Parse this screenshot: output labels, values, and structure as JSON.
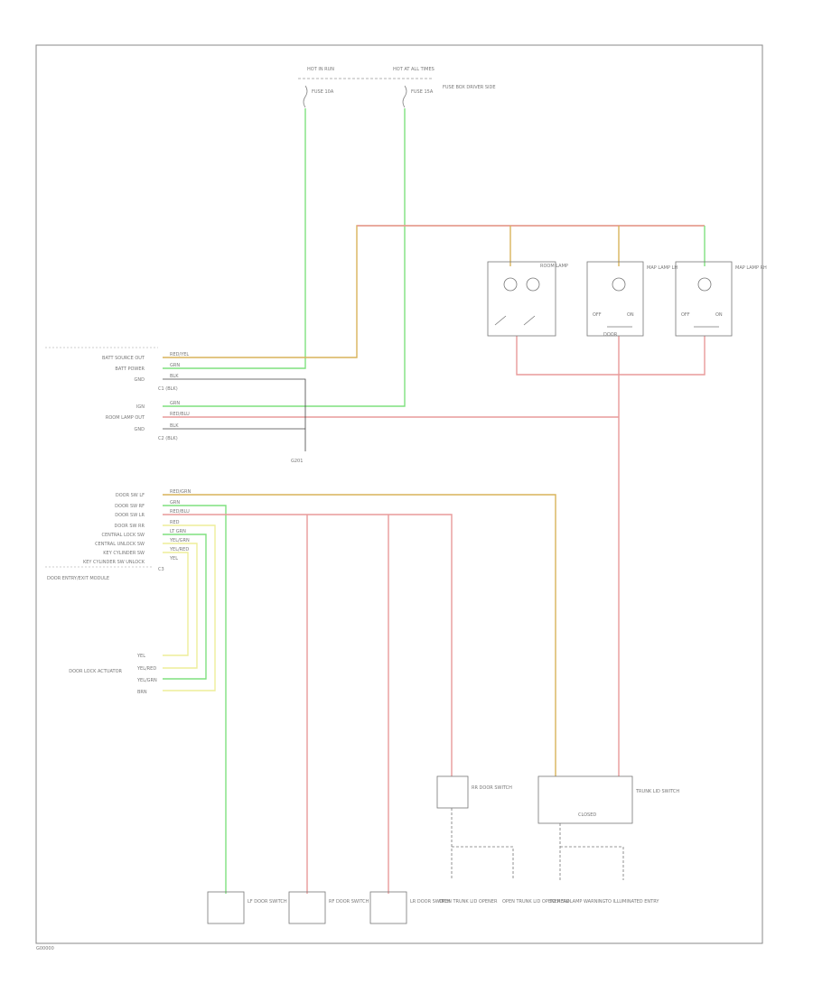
{
  "page": {
    "footer_code": "G00000"
  },
  "fuse_blocks": {
    "left_title": "HOT IN RUN",
    "right_title": "HOT AT ALL TIMES",
    "fuse_left": "FUSE 10A",
    "fuse_right": "FUSE 15A",
    "note": "FUSE BOX DRIVER SIDE"
  },
  "module": {
    "connector_top": "C1 (BLK)",
    "connector_mid": "C2 (BLK)",
    "connector_bot": "C3",
    "name": "DOOR ENTRY/EXIT MODULE",
    "pins_top": [
      {
        "label": "BATT SOURCE OUT",
        "wire": "RED/YEL"
      },
      {
        "label": "BATT POWER",
        "wire": "GRN"
      },
      {
        "label": "GND",
        "wire": "BLK"
      }
    ],
    "pins_mid": [
      {
        "label": "IGN",
        "wire": "GRN"
      },
      {
        "label": "ROOM LAMP OUT",
        "wire": "RED/BLU"
      },
      {
        "label": "GND",
        "wire": "BLK"
      }
    ],
    "pins_bot": [
      {
        "label": "DOOR SW LF",
        "wire": "RED/GRN"
      },
      {
        "label": "DOOR SW RF",
        "wire": "GRN"
      },
      {
        "label": "DOOR SW LR",
        "wire": "RED/BLU"
      },
      {
        "label": "DOOR SW RR",
        "wire": "RED"
      },
      {
        "label": "CENTRAL LOCK SW",
        "wire": "LT GRN"
      },
      {
        "label": "CENTRAL UNLOCK SW",
        "wire": "YEL/GRN"
      },
      {
        "label": "KEY CYLINDER SW",
        "wire": "YEL/RED"
      },
      {
        "label": "KEY CYLINDER SW UNLOCK",
        "wire": "YEL"
      }
    ],
    "ground_label": "G201"
  },
  "door_lock": {
    "name": "DOOR LOCK ACTUATOR",
    "pins": [
      "YEL",
      "YEL/RED",
      "YEL/GRN",
      "BRN"
    ]
  },
  "lamps": {
    "room_lamp": "ROOM LAMP",
    "map_lamp_left": "MAP LAMP LH",
    "map_lamp_right": "MAP LAMP RH",
    "switch_door": "DOOR",
    "switch_on": "ON",
    "switch_off": "OFF"
  },
  "switches": {
    "lf_door": "LF DOOR SWITCH",
    "rf_door": "RF DOOR SWITCH",
    "lr_door": "LR DOOR SWITCH",
    "rr_door": "RR DOOR SWITCH",
    "trunk": "TRUNK LID SWITCH",
    "trunk_closed": "CLOSED"
  },
  "bottom_labels": {
    "b1": "OPEN TRUNK LID OPENER",
    "b2": "OPEN TRUNK LID OPENER SW",
    "b3": "TO HEADLAMP WARNING",
    "b4": "TO ILLUMINATED ENTRY"
  },
  "colors": {
    "green": "#7fe07f",
    "red": "#e89a9a",
    "orange": "#d9b45a",
    "yellow": "#eeee99",
    "black": "#444444"
  }
}
